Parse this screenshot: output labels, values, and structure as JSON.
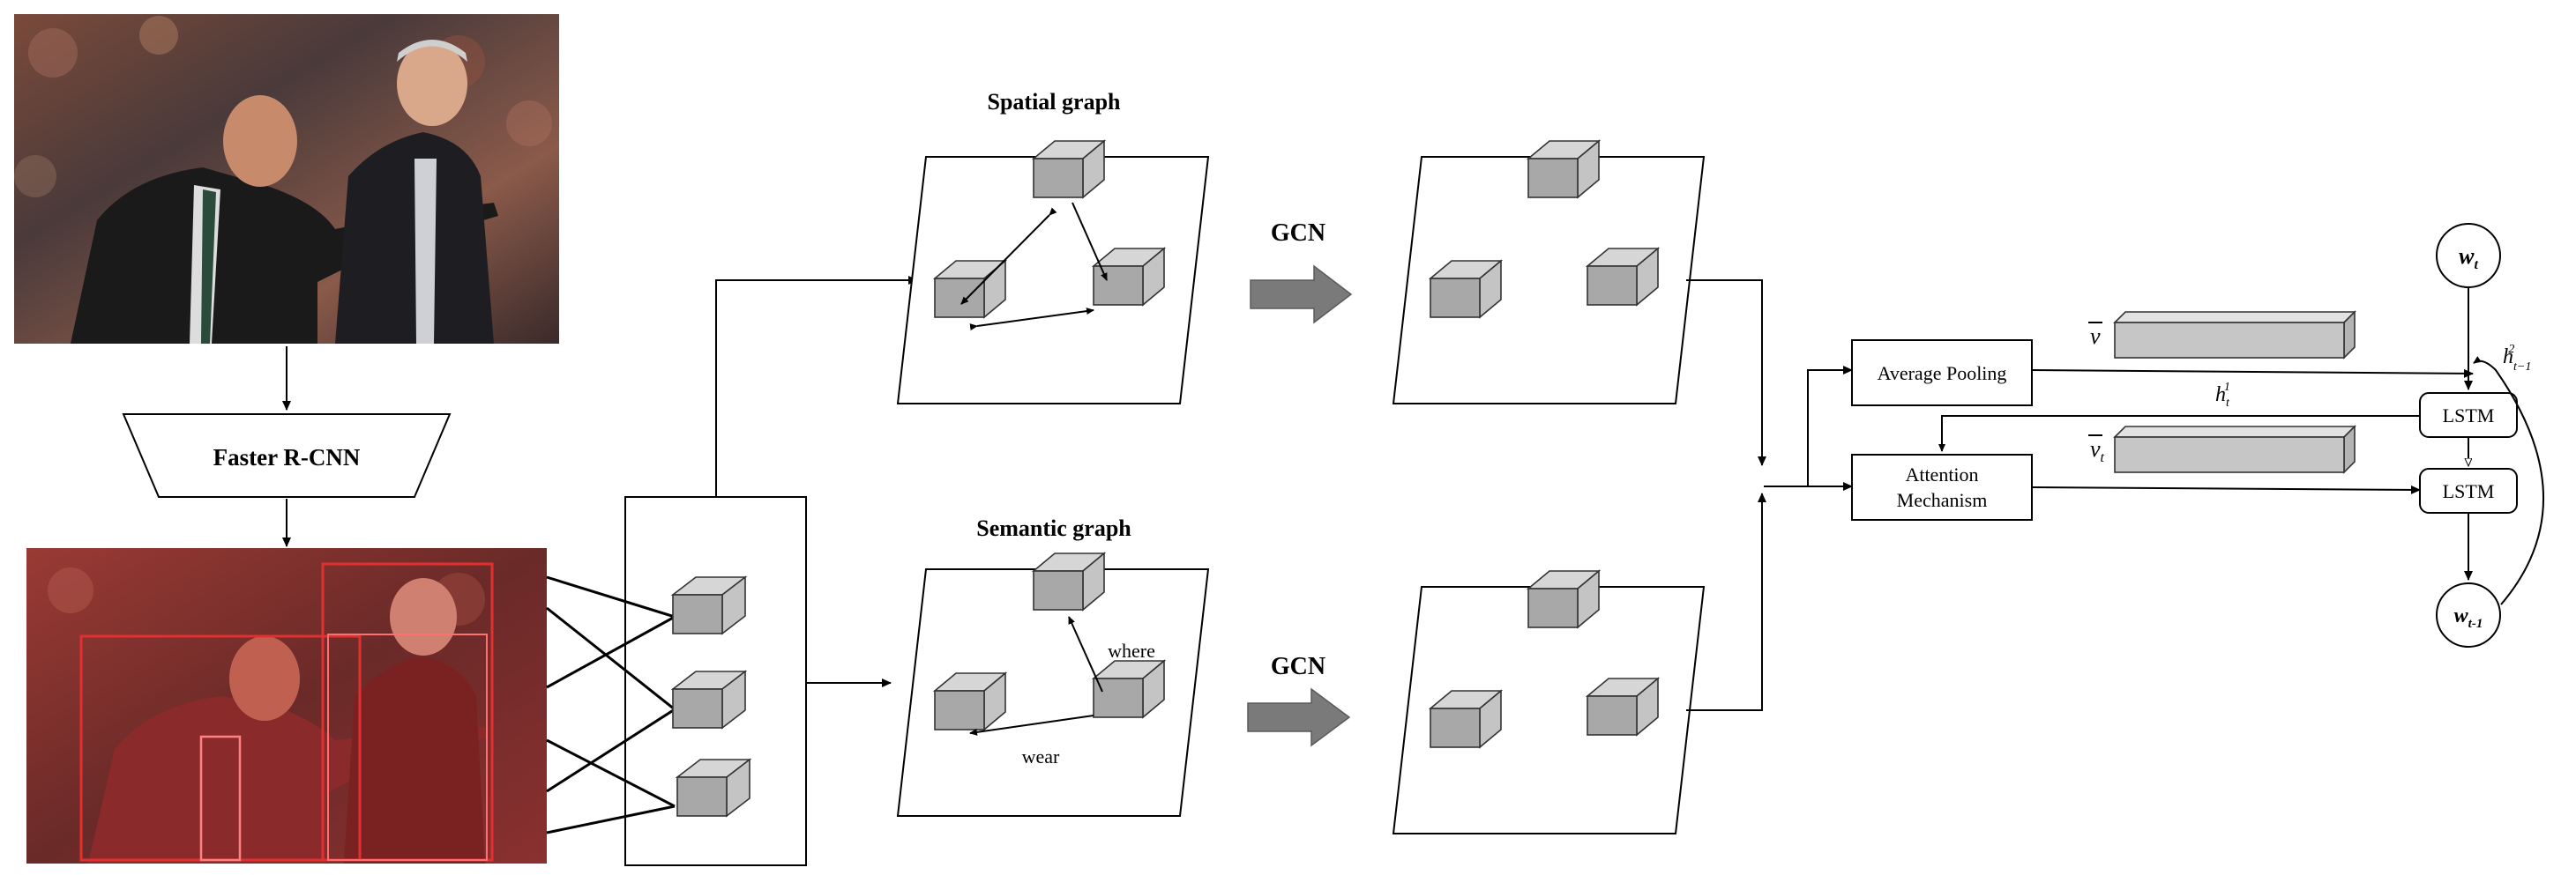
{
  "labels": {
    "faster_rcnn": "Faster R-CNN",
    "spatial_graph": "Spatial graph",
    "semantic_graph": "Semantic graph",
    "gcn_top": "GCN",
    "gcn_bottom": "GCN",
    "edge_where": "where",
    "edge_wear": "wear",
    "average_pooling": "Average Pooling",
    "attention_line1": "Attention",
    "attention_line2": "Mechanism",
    "lstm_top": "LSTM",
    "lstm_bottom": "LSTM",
    "v_bar": "v",
    "v_t_base": "v",
    "v_t_sub": "t",
    "h1_base": "h",
    "h1_sub": "t",
    "h1_sup": "1",
    "h2_base": "h",
    "h2_sub": "t−1",
    "h2_sup": "2",
    "w_t_base": "w",
    "w_t_sub": "t",
    "w_t1_base": "w",
    "w_t1_sub": "t-1"
  },
  "colors": {
    "detection_box": "#e03030",
    "detection_box_light": "#ff8080",
    "cube_fill": "#a8a8a8",
    "gcn_arrow": "#7a7a7a"
  }
}
